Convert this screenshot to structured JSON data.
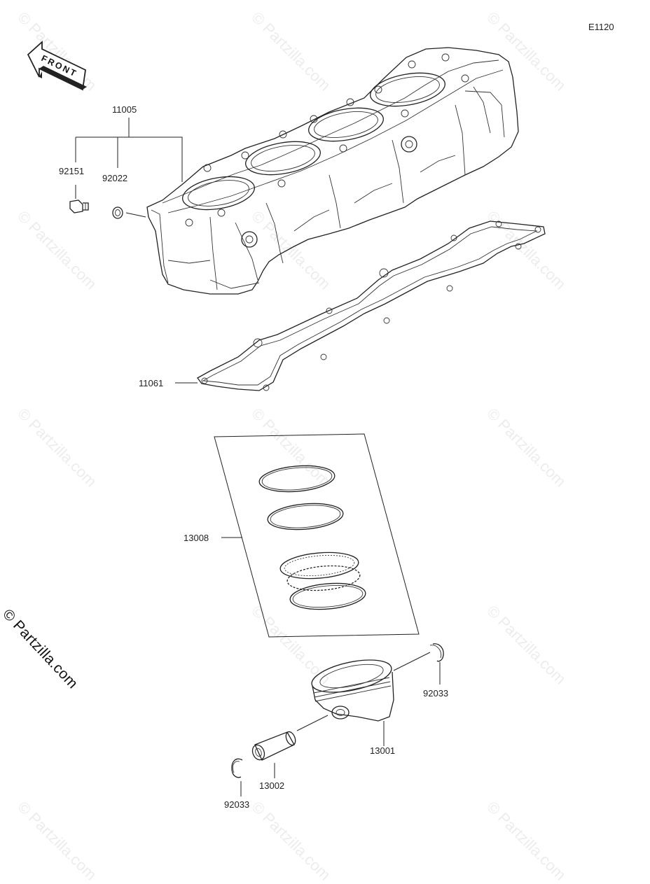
{
  "diagram_code": "E1120",
  "front_label": "FRONT",
  "watermark_text": "© Partzilla.com",
  "copyright_text": "© Partzilla.com",
  "parts": {
    "cylinder": "11005",
    "stud_bolt": "92151",
    "o_ring": "92022",
    "cylinder_gasket": "11061",
    "piston_ring_set": "13008",
    "snap_ring_right": "92033",
    "piston": "13001",
    "piston_pin": "13002",
    "snap_ring_left": "92033"
  }
}
